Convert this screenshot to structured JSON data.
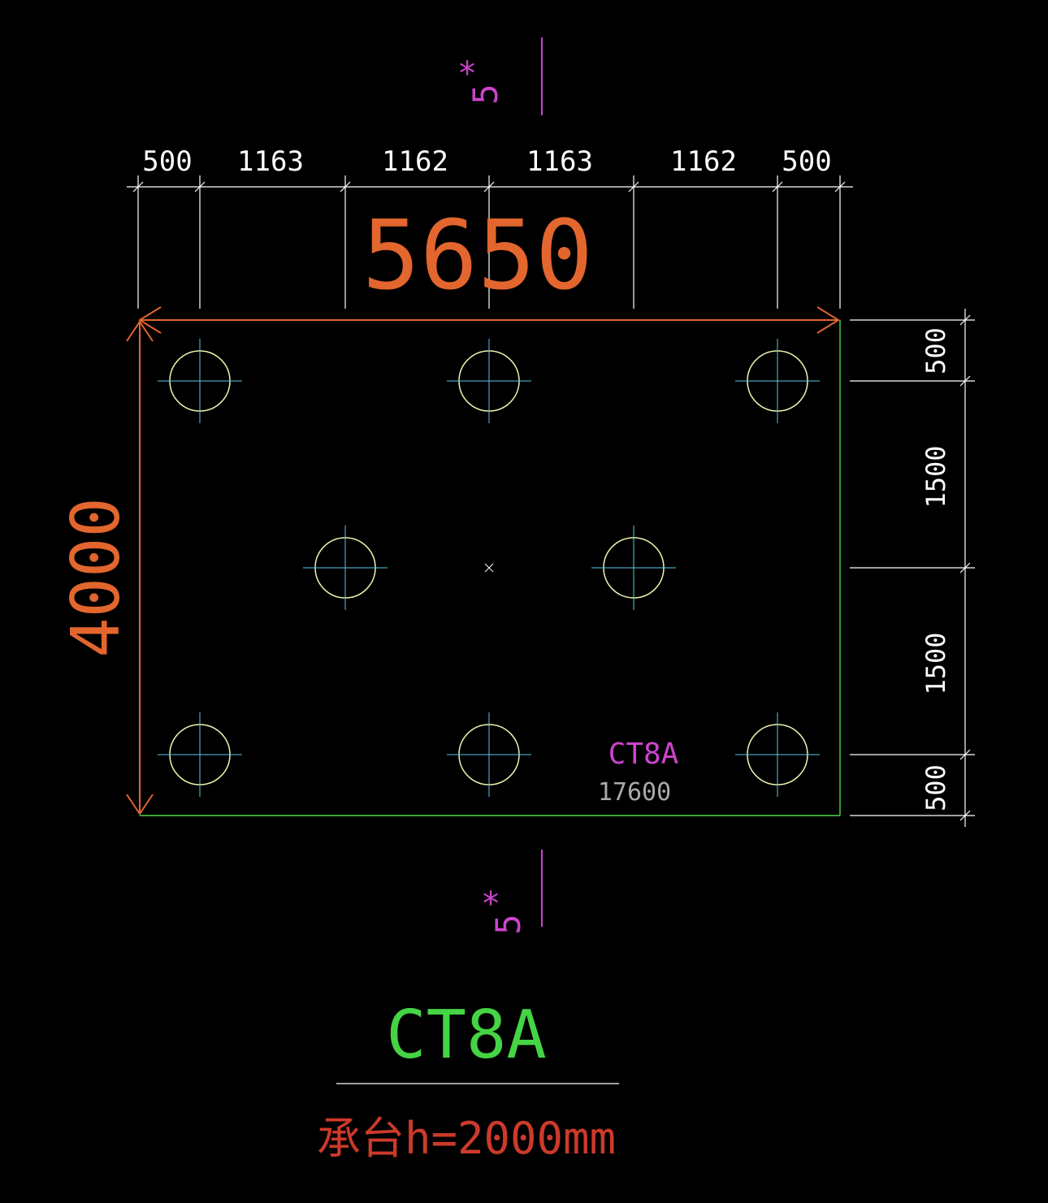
{
  "colors": {
    "background": "#000000",
    "dimension": "#ffffff",
    "overall_dimension": "#e2662d",
    "outline": "#4bdc4b",
    "section_mark": "#cc44cc",
    "pile_circle": "#f2f2b0",
    "pile_axis": "#58c8e8",
    "cap_label": "#cc44cc",
    "cap_value": "#aaaaaa",
    "title": "#44d444",
    "subtitle": "#cc3a2a"
  },
  "section_marks": {
    "top": {
      "number": "5",
      "star": "*"
    },
    "bottom": {
      "number": "5",
      "star": "*"
    }
  },
  "top_dimensions": [
    "500",
    "1163",
    "1162",
    "1163",
    "1162",
    "500"
  ],
  "right_dimensions": [
    "500",
    "1500",
    "1500",
    "500"
  ],
  "overall": {
    "width": "5650",
    "depth": "4000"
  },
  "cap": {
    "label": "CT8A",
    "value": "17600"
  },
  "piles": {
    "count": 8,
    "center_icon": "center-cross-icon"
  },
  "title": {
    "main": "CT8A",
    "sub": "承台h=2000mm"
  }
}
